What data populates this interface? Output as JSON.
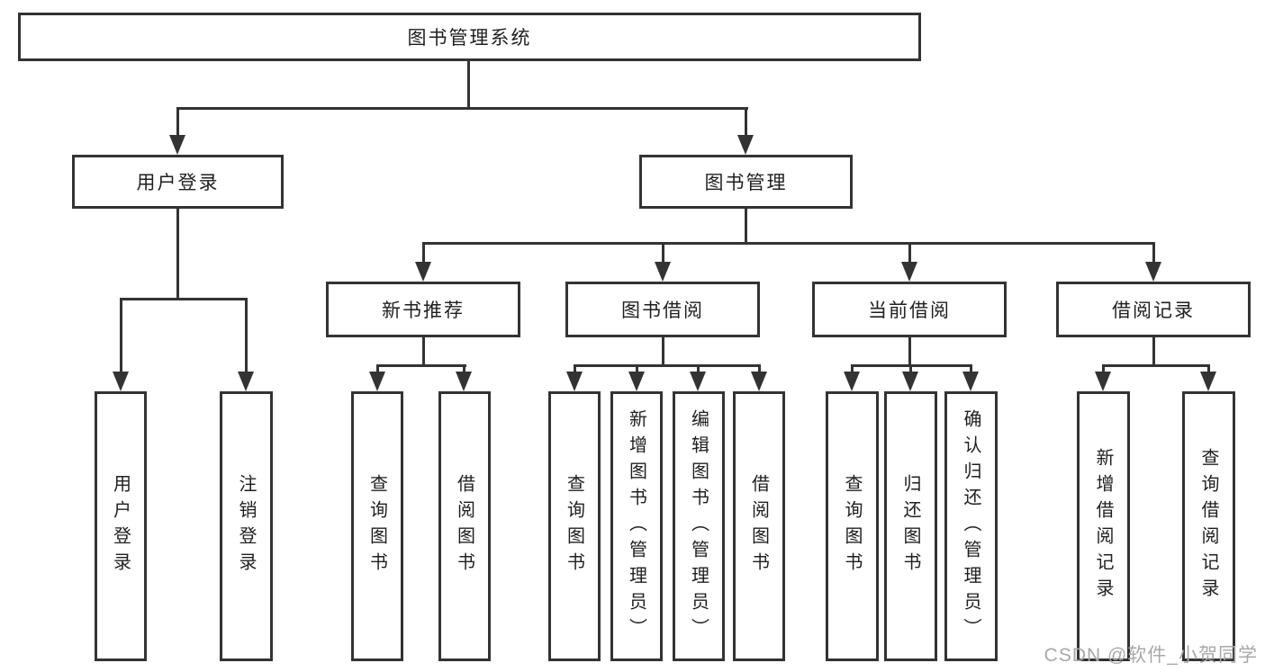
{
  "nodes": {
    "root": "图书管理系统",
    "user_login": "用户登录",
    "book_mgmt": "图书管理",
    "l3": [
      "新书推荐",
      "图书借阅",
      "当前借阅",
      "借阅记录"
    ],
    "leaves_user": [
      "用户登录",
      "注销登录"
    ],
    "leaves_newbook": [
      "查询图书",
      "借阅图书"
    ],
    "leaves_borrow": [
      "查询图书",
      "新增图书（管理员）",
      "编辑图书（管理员）",
      "借阅图书"
    ],
    "leaves_current": [
      "查询图书",
      "归还图书",
      "确认归还（管理员）"
    ],
    "leaves_records": [
      "新增借阅记录",
      "查询借阅记录"
    ]
  },
  "watermark": "CSDN @软件_小贺同学",
  "colors": {
    "line": "#333333",
    "box_border": "#333333",
    "box_bg": "#ffffff",
    "text": "#1f1f1f",
    "watermark": "#a8a8a8"
  }
}
